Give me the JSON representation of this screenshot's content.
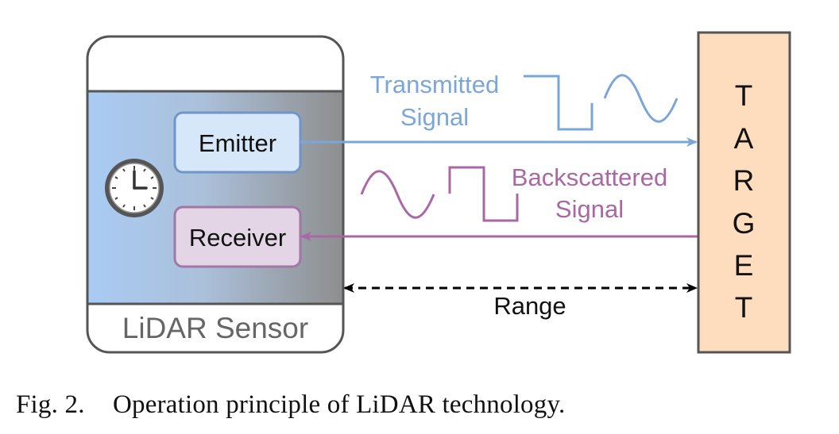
{
  "sensor": {
    "emitter_label": "Emitter",
    "receiver_label": "Receiver",
    "footer_label": "LiDAR Sensor",
    "clock_icon": "clock-icon"
  },
  "signals": {
    "transmitted_line1": "Transmitted",
    "transmitted_line2": "Signal",
    "backscattered_line1": "Backscattered",
    "backscattered_line2": "Signal",
    "range_label": "Range"
  },
  "target": {
    "letters": [
      "T",
      "A",
      "R",
      "G",
      "E",
      "T"
    ]
  },
  "caption": {
    "number": "Fig. 2.",
    "text": "Operation principle of LiDAR technology."
  },
  "colors": {
    "transmitted": "#7BA6DA",
    "backscattered": "#A968A4",
    "target_fill": "#FDDDBE",
    "frame_stroke": "#555555",
    "emitter_fill": "#D6E7FA",
    "receiver_fill": "#E3D4E6"
  }
}
